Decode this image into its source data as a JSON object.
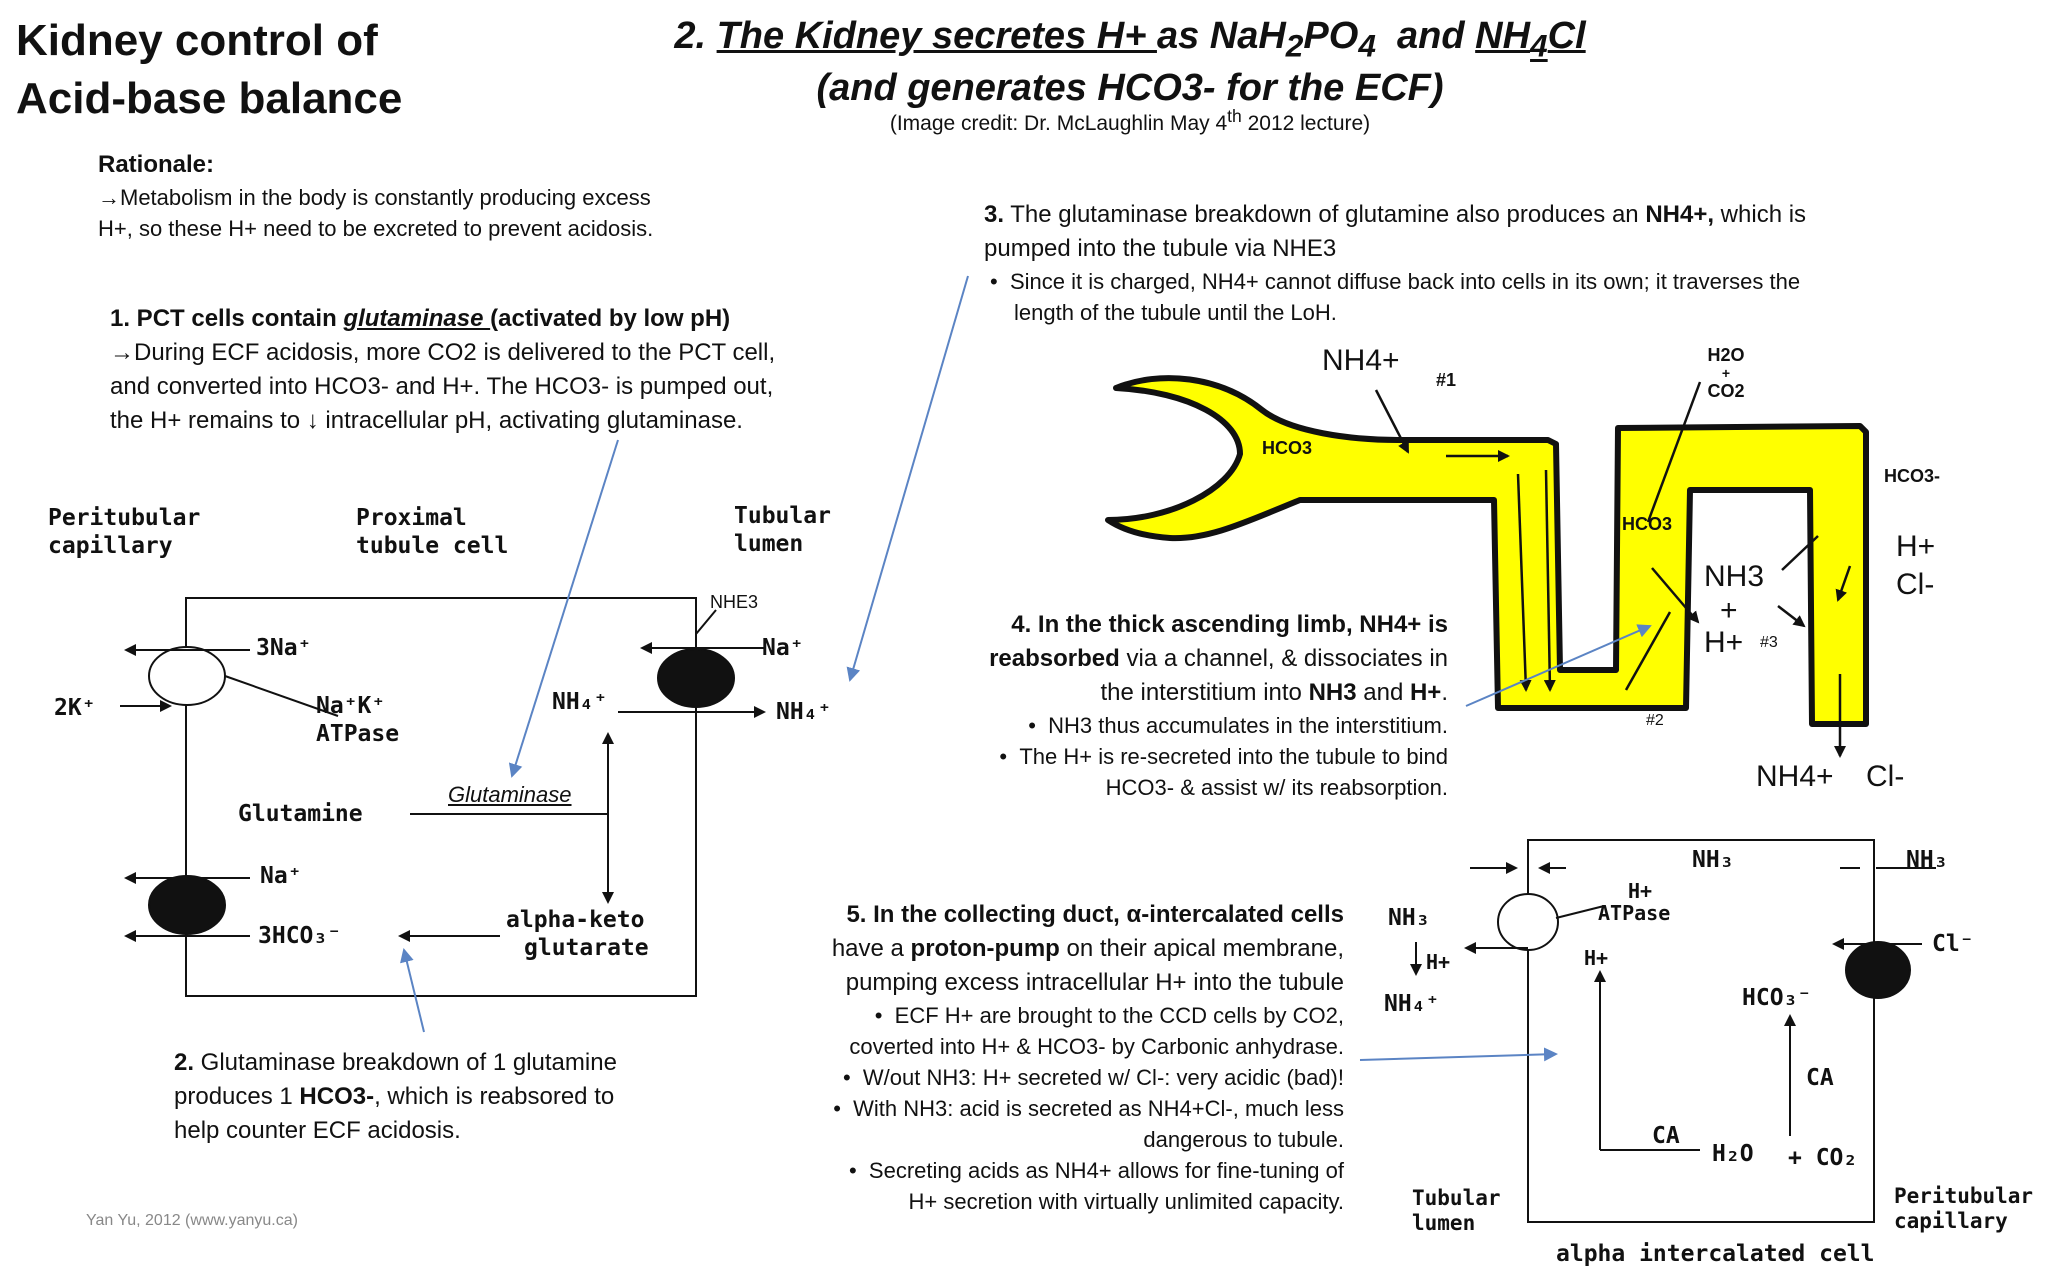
{
  "header": {
    "left_title_line1": "Kidney control of",
    "left_title_line2": "Acid-base balance",
    "main_title_prefix": "2. ",
    "main_title_link1": "The Kidney secretes H+ ",
    "main_title_mid": "as NaH",
    "main_title_sub1": "2",
    "main_title_po": "PO",
    "main_title_sub2": "4",
    "main_title_and": "  and ",
    "main_title_nh": "NH",
    "main_title_sub3": "4",
    "main_title_cl": "Cl",
    "main_title_line2": "(and generates HCO3- for the ECF)",
    "credit_prefix": "(Image credit: Dr. McLaughlin May 4",
    "credit_sup": "th",
    "credit_suffix": " 2012 lecture)"
  },
  "rationale": {
    "heading": "Rationale:",
    "line1": "→Metabolism in the body is constantly producing excess",
    "line2": "H+, so these H+ need to be excreted to prevent acidosis."
  },
  "point1": {
    "lead": "1. PCT cells contain ",
    "enzyme": "glutaminase ",
    "tail": "(activated by low pH)",
    "line2": "→During ECF acidosis, more  CO2 is delivered to the PCT cell,",
    "line3": "and converted into HCO3- and H+. The HCO3- is pumped out,",
    "line4": "the H+ remains to ↓ intracellular pH, activating glutaminase."
  },
  "point2": {
    "num": "2.",
    "line1": " Glutaminase breakdown of 1 glutamine",
    "line2a": "produces 1 ",
    "line2b": "HCO3-",
    "line2c": ", which is reabsored to",
    "line3": "help  counter ECF acidosis."
  },
  "point3": {
    "num": "3.",
    "line1a": " The glutaminase breakdown of glutamine also produces an ",
    "line1b": "NH4+,",
    "line1c": " which is",
    "line2": "pumped into the tubule via NHE3",
    "bullet1": "Since it is charged, NH4+ cannot diffuse back into cells in its own; it  traverses the",
    "bullet1b": "length of the tubule until the LoH."
  },
  "point4": {
    "line1": "4. In the thick ascending limb, NH4+ is",
    "line2a": "reabsorbed",
    "line2b": " via a channel, & dissociates in",
    "line3a": "the interstitium into ",
    "line3b": "NH3",
    "line3c": " and ",
    "line3d": "H+",
    "line3e": ".",
    "bullet1": "NH3 thus accumulates in the interstitium.",
    "bullet2": "The H+ is re-secreted into the tubule to bind",
    "bullet2b": "HCO3- & assist w/ its reabsorption."
  },
  "point5": {
    "line1a": "5. In the collecting duct, ",
    "line1b": "α",
    "line1c": "-intercalated cells",
    "line2a": "have a ",
    "line2b": "proton-pump",
    "line2c": " on their apical membrane,",
    "line3": "pumping excess intracellular H+ into the tubule",
    "b1": "ECF H+ are brought to the CCD cells by CO2,",
    "b1b": "coverted into H+ & HCO3- by Carbonic anhydrase.",
    "b2": "W/out NH3: H+ secreted w/ Cl-: very acidic (bad)!",
    "b3": "With NH3: acid is secreted as NH4+Cl-, much less",
    "b3b": "dangerous to tubule.",
    "b4": "Secreting acids as NH4+ allows for fine-tuning of",
    "b4b": "H+ secretion with virtually unlimited capacity."
  },
  "pct_diagram": {
    "peritubular1": "Peritubular",
    "peritubular2": "capillary",
    "proximal1": "Proximal",
    "proximal2": "tubule cell",
    "lumen1": "Tubular",
    "lumen2": "lumen",
    "nhe3": "NHE3",
    "na3": "3Na⁺",
    "k2": "2K⁺",
    "atpase1": "Na⁺K⁺",
    "atpase2": "ATPase",
    "na_lumen": "Na⁺",
    "nh4_cell": "NH₄⁺",
    "nh4_lumen": "NH₄⁺",
    "glutamine": "Glutamine",
    "glutaminase": "Glutaminase",
    "na_bottom": "Na⁺",
    "hco3": "3HCO₃⁻",
    "akg1": "alpha-keto",
    "akg2": "glutarate"
  },
  "loop_diagram": {
    "nh4_top": "NH4+",
    "hash1": "#1",
    "h2o": "H2O",
    "plus_small": "+",
    "co2": "CO2",
    "hco3_left": "HCO3",
    "hco3_mid": "HCO3",
    "hco3_right": "HCO3-",
    "nh3": "NH3",
    "plus": "+",
    "hplus": "H+",
    "hash3": "#3",
    "hash2": "#2",
    "h_right": "H+",
    "cl_right": "Cl-",
    "bottom_nh4": "NH4+",
    "bottom_cl": "Cl-"
  },
  "alpha_diagram": {
    "nh3_top": "NH₃",
    "nh3_right": "NH₃",
    "hatpase1": "H+",
    "hatpase2": "ATPase",
    "nh3_left": "NH₃",
    "h_left": "H+",
    "nh4_left": "NH₄⁺",
    "h_inner": "H+",
    "cl": "Cl⁻",
    "hco3": "HCO₃⁻",
    "ca_right": "CA",
    "ca_bottom": "CA",
    "h2o": "H₂O",
    "co2": "+ CO₂",
    "lumen1": "Tubular",
    "lumen2": "lumen",
    "cap1": "Peritubular",
    "cap2": "capillary",
    "caption": "alpha intercalated cell"
  },
  "footer": {
    "text": "Yan Yu, 2012 (www.yanyu.ca)"
  },
  "colors": {
    "loop_fill": "#ffff00",
    "arrow_blue": "#5b84c4"
  }
}
